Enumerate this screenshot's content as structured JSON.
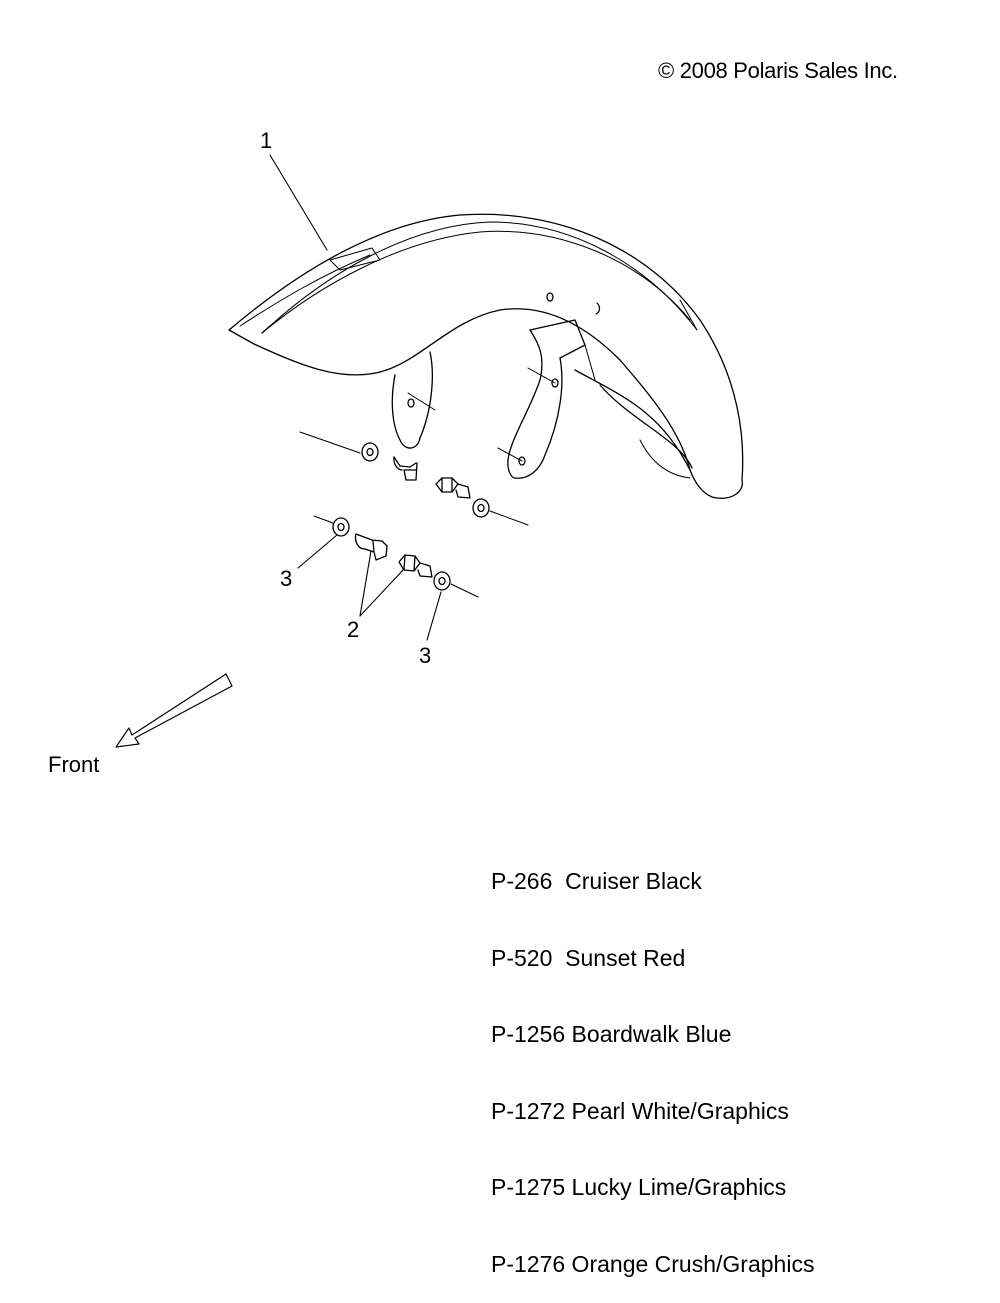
{
  "copyright": "© 2008 Polaris Sales Inc.",
  "callouts": {
    "fender": "1",
    "bolt": "2",
    "washer_left": "3",
    "washer_right": "3"
  },
  "direction_label": "Front",
  "color_codes": [
    "P-266  Cruiser Black",
    "P-520  Sunset Red",
    "P-1256 Boardwalk Blue",
    "P-1272 Pearl White/Graphics",
    "P-1275 Lucky Lime/Graphics",
    "P-1276 Orange Crush/Graphics"
  ]
}
